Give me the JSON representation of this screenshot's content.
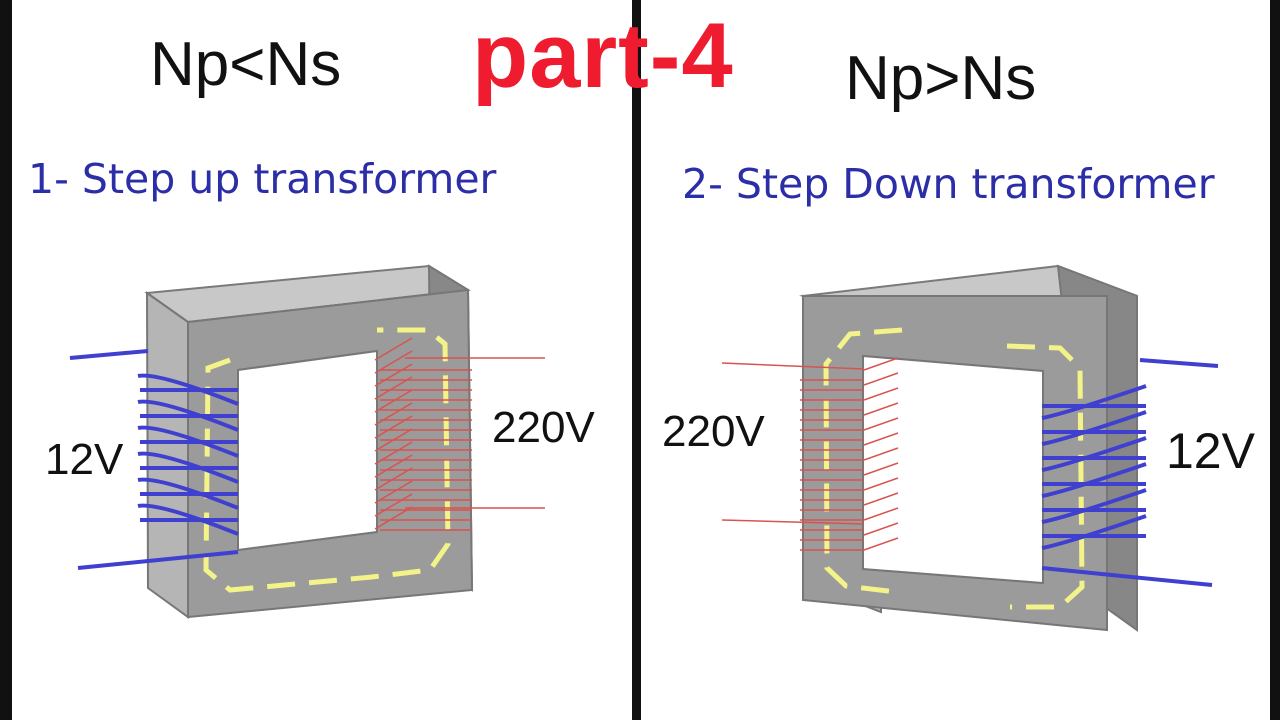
{
  "left_panel": {
    "formula": "Np<Ns",
    "heading": "1- Step up transformer",
    "primary_voltage": "12V",
    "secondary_voltage": "220V"
  },
  "banner": {
    "label": "part-4"
  },
  "right_panel": {
    "formula": "Np>Ns",
    "heading": "2- Step Down transformer",
    "primary_voltage": "220V",
    "secondary_voltage": "12V"
  },
  "colors": {
    "banner": "#ee1c2e",
    "heading": "#2c2ea8",
    "core_face": "#9b9b9b",
    "core_top": "#c7c7c7",
    "core_side": "#878787",
    "flux_path": "#f3f38a",
    "low_voltage_coil": "#3f3fd0",
    "high_voltage_coil": "#d9534f"
  }
}
